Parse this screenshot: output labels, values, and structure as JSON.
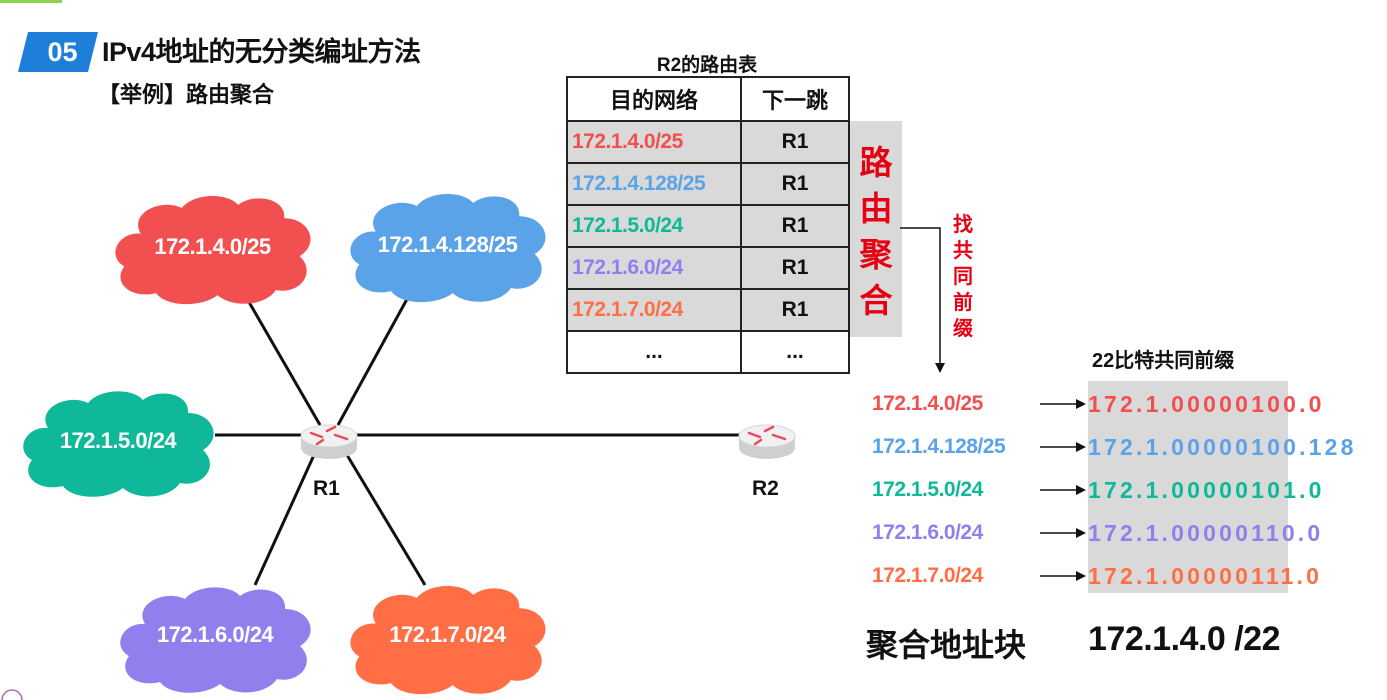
{
  "header": {
    "section_number": "05",
    "title": "IPv4地址的无分类编址方法",
    "subtitle": "【举例】路由聚合"
  },
  "colors": {
    "badge_blue": "#1e7fd8",
    "accent_green": "#8dd24a",
    "net1": "#f25050",
    "net2": "#5ba3e8",
    "net3": "#0fb898",
    "net4": "#8f80ee",
    "net5": "#ff6e45",
    "emphasis_red": "#e60012",
    "highlight_grey": "#d9d9d9"
  },
  "network": {
    "clouds": [
      {
        "label": "172.1.4.0/25",
        "color": "#f25050"
      },
      {
        "label": "172.1.4.128/25",
        "color": "#5ba3e8"
      },
      {
        "label": "172.1.5.0/24",
        "color": "#0fb898"
      },
      {
        "label": "172.1.6.0/24",
        "color": "#8f80ee"
      },
      {
        "label": "172.1.7.0/24",
        "color": "#ff6e45"
      }
    ],
    "routers": [
      {
        "label": "R1"
      },
      {
        "label": "R2"
      }
    ]
  },
  "routing_table": {
    "caption": "R2的路由表",
    "headers": [
      "目的网络",
      "下一跳"
    ],
    "rows": [
      {
        "network": "172.1.4.0/25",
        "next_hop": "R1",
        "color": "#f25050"
      },
      {
        "network": "172.1.4.128/25",
        "next_hop": "R1",
        "color": "#5ba3e8"
      },
      {
        "network": "172.1.5.0/24",
        "next_hop": "R1",
        "color": "#0fb898"
      },
      {
        "network": "172.1.6.0/24",
        "next_hop": "R1",
        "color": "#8f80ee"
      },
      {
        "network": "172.1.7.0/24",
        "next_hop": "R1",
        "color": "#ff6e45"
      },
      {
        "network": "...",
        "next_hop": "...",
        "color": "#111111"
      }
    ]
  },
  "annotations": {
    "route_aggregation": "路由聚合",
    "find_common_prefix": "找共同前缀"
  },
  "prefix_analysis": {
    "title": "22比特共同前缀",
    "rows": [
      {
        "network": "172.1.4.0/25",
        "prefix": "172.1.000001",
        "suffix": "00.0",
        "color": "#f25050"
      },
      {
        "network": "172.1.4.128/25",
        "prefix": "172.1.000001",
        "suffix": "00.128",
        "color": "#5ba3e8"
      },
      {
        "network": "172.1.5.0/24",
        "prefix": "172.1.000001",
        "suffix": "01.0",
        "color": "#0fb898"
      },
      {
        "network": "172.1.6.0/24",
        "prefix": "172.1.000001",
        "suffix": "10.0",
        "color": "#8f80ee"
      },
      {
        "network": "172.1.7.0/24",
        "prefix": "172.1.000001",
        "suffix": "11.0",
        "color": "#ff6e45"
      }
    ]
  },
  "result": {
    "label": "聚合地址块",
    "value": "172.1.4.0 /22"
  }
}
